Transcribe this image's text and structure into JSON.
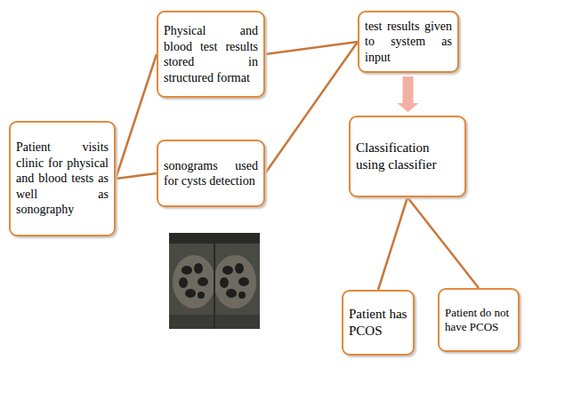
{
  "diagram": {
    "nodes": [
      {
        "text": [
          "Patient visits clinic for physical and blood tests as well as sonography"
        ]
      },
      {
        "text": [
          "Physical and blood test results stored in structured format"
        ]
      },
      {
        "text": [
          "sonograms used for cysts detection"
        ]
      },
      {
        "text": [
          "test results given to system as input"
        ]
      },
      {
        "text": [
          "Classification using classifier"
        ]
      },
      {
        "text": [
          "Patient has PCOS"
        ]
      },
      {
        "text": [
          "Patient do not have PCOS"
        ]
      }
    ],
    "edges": [
      {
        "from": 0,
        "to": 1,
        "arrow": "none"
      },
      {
        "from": 0,
        "to": 2,
        "arrow": "none"
      },
      {
        "from": 1,
        "to": 3,
        "arrow": "none"
      },
      {
        "from": 2,
        "to": 3,
        "arrow": "none"
      },
      {
        "from": 3,
        "to": 4,
        "arrow": "to"
      },
      {
        "from": 4,
        "to": 5,
        "arrow": "none"
      },
      {
        "from": 4,
        "to": 6,
        "arrow": "none"
      }
    ]
  }
}
